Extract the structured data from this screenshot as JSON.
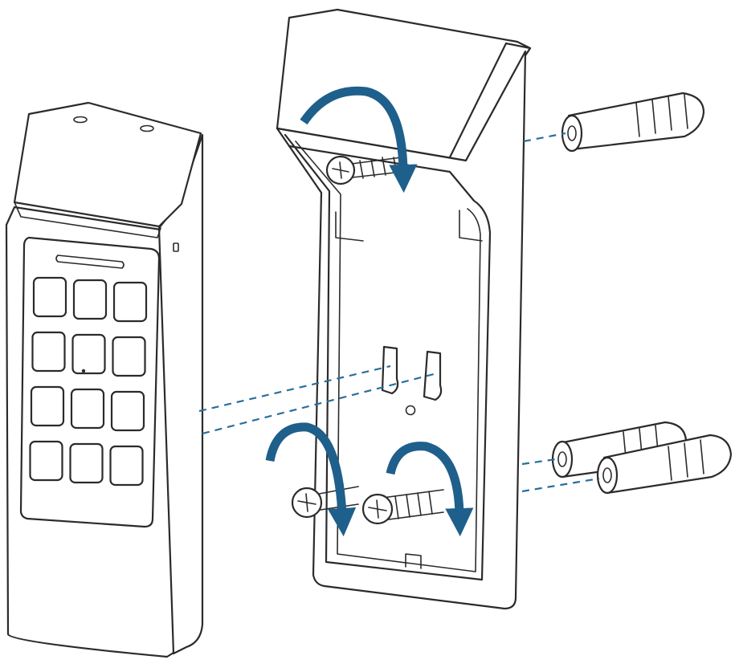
{
  "colors": {
    "outline": "#2b2b2b",
    "accent_arrow": "#1f5f8b",
    "guide_line": "#2a6f9c",
    "background": "#ffffff"
  },
  "parts": {
    "keypad_device": {
      "icon": "keypad-device-icon",
      "key_rows": 4,
      "key_columns": 3
    },
    "mounting_bracket": {
      "icon": "wall-bracket-icon"
    },
    "screws": {
      "icon": "screw-icon",
      "count": 3
    },
    "wall_anchors": {
      "icon": "wall-anchor-icon",
      "count": 3
    },
    "rotation_arrows": {
      "icon": "rotate-arrow-icon",
      "count": 3
    }
  }
}
